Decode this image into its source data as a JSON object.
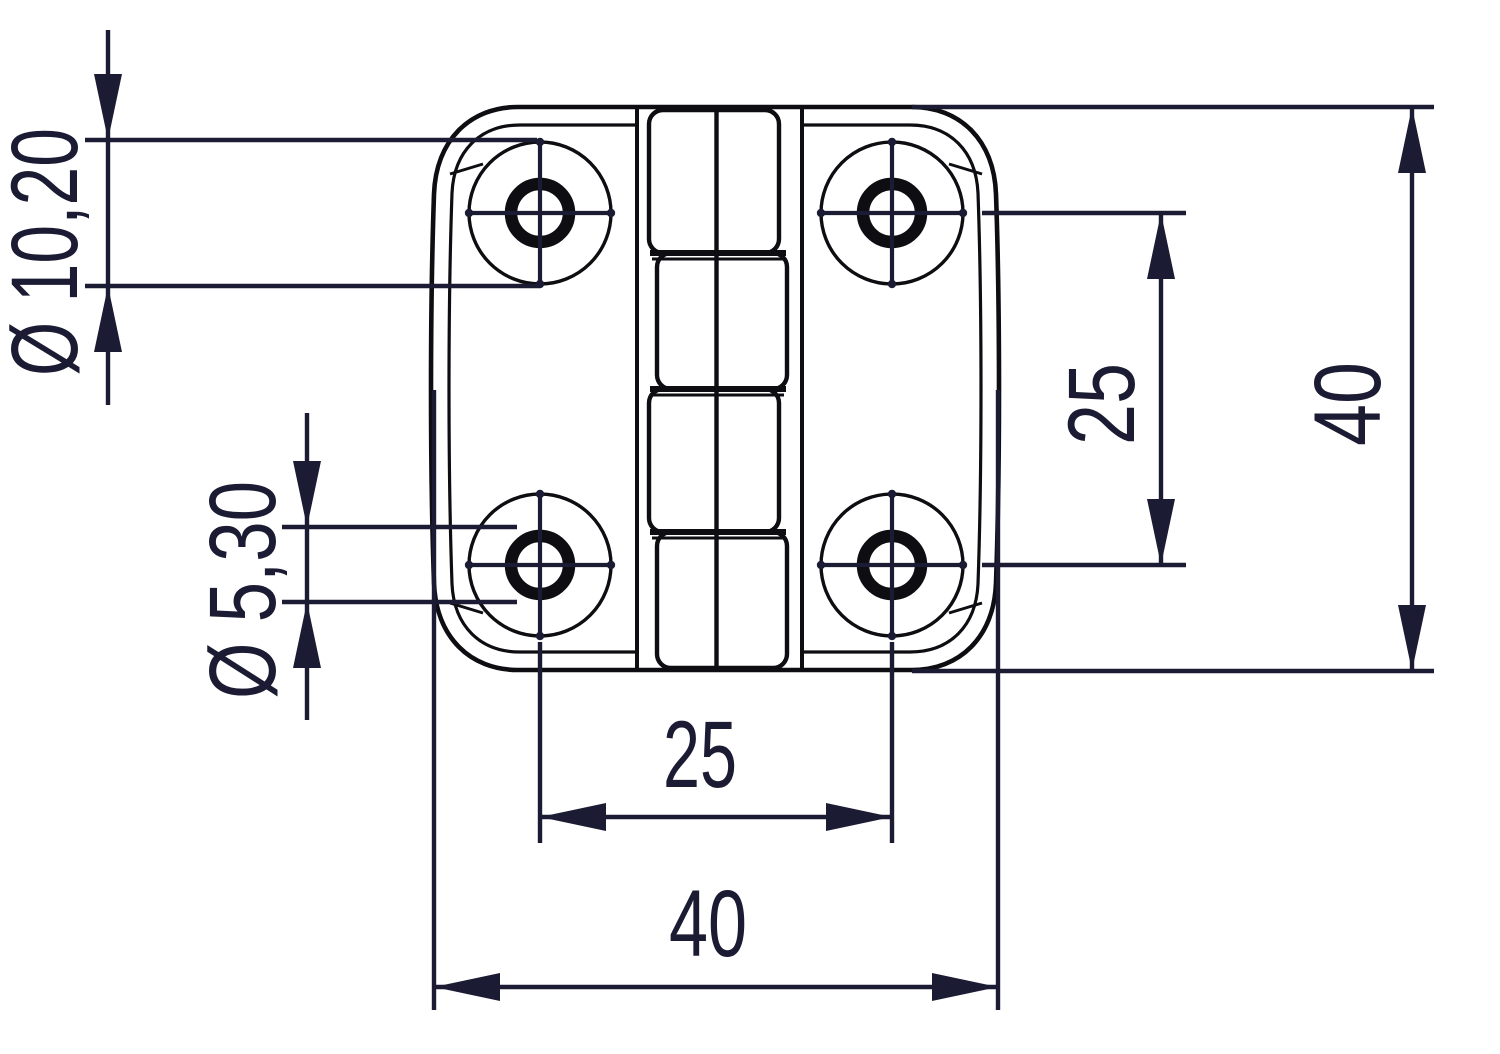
{
  "drawing": {
    "type": "technical-dimension-drawing",
    "subject": "hinge-top-view",
    "background_color": "#ffffff",
    "part_line_color": "#0d0d12",
    "dimension_color": "#1b1b33",
    "dimensions": {
      "counterbore_diameter": {
        "label": "Ø 10,20",
        "orientation": "vertical-left-top"
      },
      "hole_diameter": {
        "label": "Ø 5,30",
        "orientation": "vertical-left-middle"
      },
      "hole_spacing_vertical": {
        "label": "25",
        "orientation": "vertical-right"
      },
      "overall_height": {
        "label": "40",
        "orientation": "vertical-far-right"
      },
      "hole_spacing_horizontal": {
        "label": "25",
        "orientation": "horizontal-bottom"
      },
      "overall_width": {
        "label": "40",
        "orientation": "horizontal-bottom-outer"
      }
    }
  }
}
